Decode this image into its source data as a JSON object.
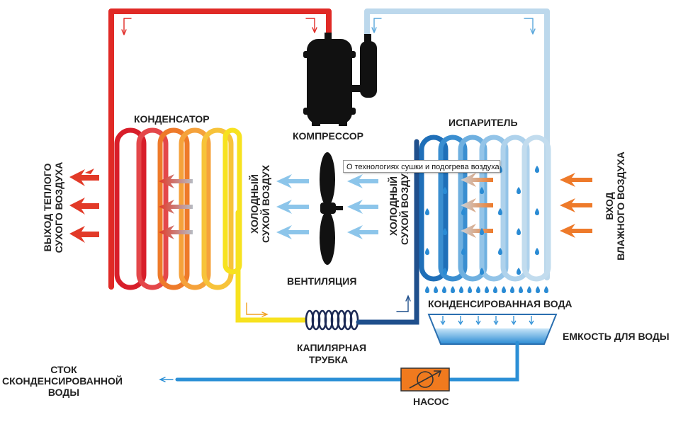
{
  "labels": {
    "condenser": "КОНДЕНСАТОР",
    "compressor": "КОМПРЕССОР",
    "evaporator": "ИСПАРИТЕЛЬ",
    "ventilation": "ВЕНТИЛЯЦИЯ",
    "cold_dry_air_1": "ХОЛОДНЫЙ",
    "cold_dry_air_2": "СУХОЙ ВОЗДУХ",
    "warm_out_1": "ВЫХОД ТЕПЛОГО",
    "warm_out_2": "СУХОГО ВОЗДУХА",
    "humid_in_1": "ВХОД",
    "humid_in_2": "ВЛАЖНОГО ВОЗДУХА",
    "condensed_water": "КОНДЕНСИРОВАННАЯ ВОДА",
    "water_tank": "ЕМКОСТЬ ДЛЯ ВОДЫ",
    "capillary_1": "КАПИЛЯРНАЯ",
    "capillary_2": "ТРУБКА",
    "drain_1": "СТОК",
    "drain_2": "СКОНДЕНСИРОВАННОЙ",
    "drain_3": "ВОДЫ",
    "pump": "НАСОС"
  },
  "tooltip": "О технологиях сушки и подогрева воздуха",
  "colors": {
    "hot_pipe": "#e02a26",
    "cold_pipe": "#b9d9ee",
    "water_line": "#2b8fd6",
    "warm_arrow": "#e23a28",
    "cold_arrow": "#8cc5ea",
    "humid_arrow": "#ee7a2a",
    "pump": "#f07a1e",
    "drop": "#2a8bd4"
  }
}
